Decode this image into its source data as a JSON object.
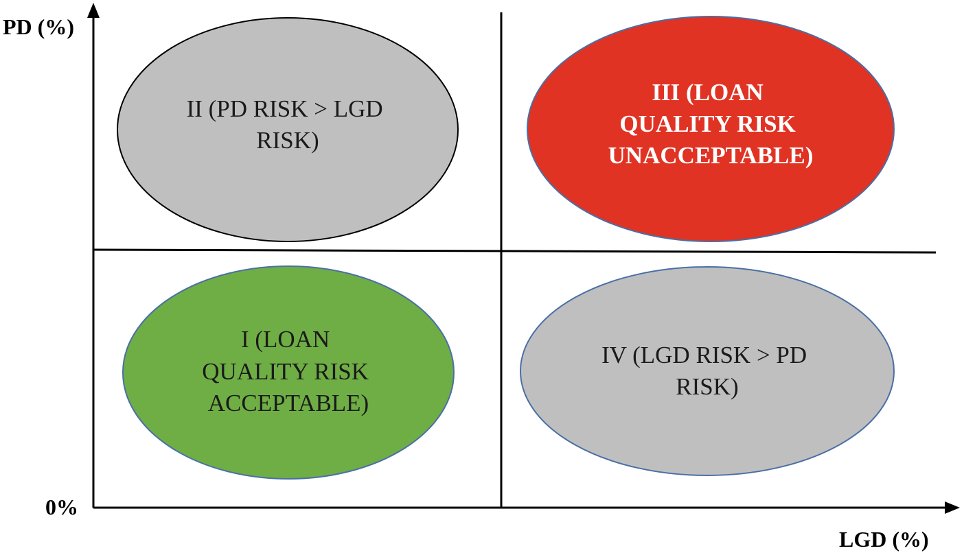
{
  "axes": {
    "y_label": "PD (%)",
    "x_label": "LGD (%)",
    "origin_label": "0%"
  },
  "quadrants": [
    {
      "id": "II",
      "lines": [
        "II (PD RISK > LGD",
        "RISK)"
      ],
      "fill": "#bfbfbf",
      "stroke": "#000000",
      "text_color": "#1a1a1a",
      "bold": false
    },
    {
      "id": "III",
      "lines": [
        "III (LOAN",
        "QUALITY RISK",
        "UNACCEPTABLE)"
      ],
      "fill": "#e03324",
      "stroke": "#4a6fa5",
      "text_color": "#ffffff",
      "bold": true
    },
    {
      "id": "I",
      "lines": [
        "I (LOAN",
        "QUALITY RISK",
        "ACCEPTABLE)"
      ],
      "fill": "#6fae45",
      "stroke": "#4a6fa5",
      "text_color": "#1a1a1a",
      "bold": false
    },
    {
      "id": "IV",
      "lines": [
        "IV (LGD RISK > PD",
        "RISK)"
      ],
      "fill": "#bfbfbf",
      "stroke": "#4a6fa5",
      "text_color": "#1a1a1a",
      "bold": false
    }
  ]
}
